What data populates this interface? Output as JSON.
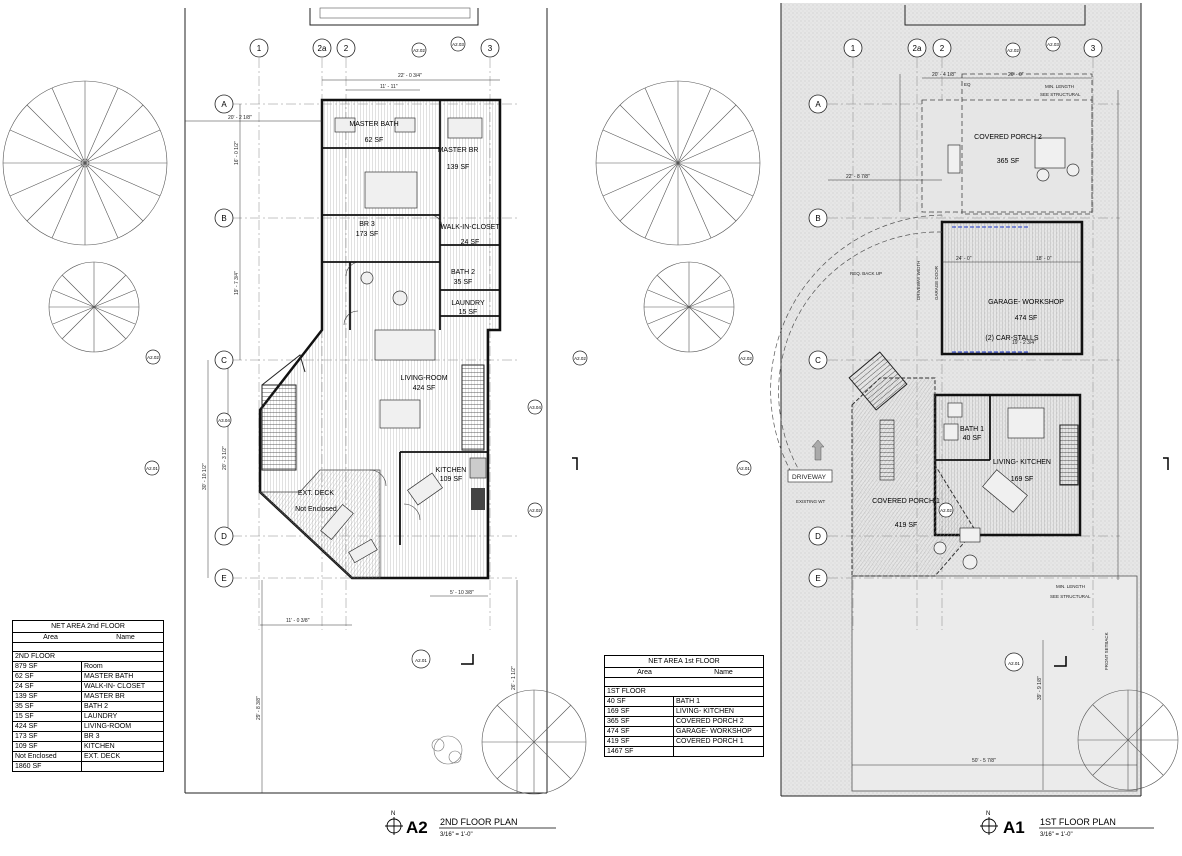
{
  "plans": [
    {
      "id": "2nd",
      "title": "2ND FLOOR PLAN",
      "number": "A2",
      "scale": "3/16\" = 1'-0\"",
      "north": "N",
      "rooms": [
        {
          "name": "MASTER BATH",
          "area": "62 SF"
        },
        {
          "name": "MASTER BR",
          "area": "139 SF"
        },
        {
          "name": "BR 3",
          "area": "173 SF"
        },
        {
          "name": "WALK-IN-CLOSET",
          "area": "24 SF"
        },
        {
          "name": "BATH 2",
          "area": "35 SF"
        },
        {
          "name": "LAUNDRY",
          "area": "15 SF"
        },
        {
          "name": "LIVING-ROOM",
          "area": "424 SF"
        },
        {
          "name": "KITCHEN",
          "area": "109 SF"
        },
        {
          "name": "EXT. DECK",
          "area": "Not Enclosed"
        }
      ],
      "grid": {
        "cols": [
          "1",
          "2a",
          "2",
          "3"
        ],
        "rows": [
          "A",
          "B",
          "C",
          "D",
          "E"
        ]
      },
      "dims": [
        "22' - 0 3/4\"",
        "11' - 11\"",
        "20' - 2 1/8\"",
        "16' - 0 1/2\"",
        "19' - 7 3/4\"",
        "11' - 0 3/8\"",
        "5' - 10 3/8\"",
        "30' - 10 1/2\"",
        "26' - 1 1/2\"",
        "29' - 8 3/8\"",
        "20' - 3 1/2\""
      ],
      "table": {
        "title": "NET AREA 2nd FLOOR",
        "headers": [
          "Area",
          "Name"
        ],
        "group": "2ND FLOOR",
        "rows": [
          [
            "879 SF",
            "Room"
          ],
          [
            "62 SF",
            "MASTER BATH"
          ],
          [
            "24 SF",
            "WALK-IN- CLOSET"
          ],
          [
            "139 SF",
            "MASTER BR"
          ],
          [
            "35 SF",
            "BATH 2"
          ],
          [
            "15 SF",
            "LAUNDRY"
          ],
          [
            "424 SF",
            "LIVING-ROOM"
          ],
          [
            "173 SF",
            "BR 3"
          ],
          [
            "109 SF",
            "KITCHEN"
          ],
          [
            "Not Enclosed",
            "EXT. DECK"
          ],
          [
            "1860 SF",
            ""
          ]
        ]
      }
    },
    {
      "id": "1st",
      "title": "1ST FLOOR PLAN",
      "number": "A1",
      "scale": "3/16\" = 1'-0\"",
      "north": "N",
      "rooms": [
        {
          "name": "COVERED PORCH 2",
          "area": "365 SF"
        },
        {
          "name": "GARAGE- WORKSHOP",
          "area": "474 SF"
        },
        {
          "name": "(2) CAR-STALLS",
          "area": ""
        },
        {
          "name": "BATH 1",
          "area": "40 SF"
        },
        {
          "name": "LIVING- KITCHEN",
          "area": "169 SF"
        },
        {
          "name": "COVERED PORCH 1",
          "area": "419 SF"
        }
      ],
      "grid": {
        "cols": [
          "1",
          "2a",
          "2",
          "3"
        ],
        "rows": [
          "A",
          "B",
          "C",
          "D",
          "E"
        ]
      },
      "dims": [
        "20' - 0\"",
        "24' - 0\"",
        "18' - 0\"",
        "22' - 8 7/8\"",
        "19' - 2 3/4\"",
        "50' - 5 7/8\"",
        "39' - 9 1/8\"",
        "20' - 4 1/8\""
      ],
      "notes": [
        "DRIVEWAY",
        "EXISTING WT",
        "MIN. LENGTH",
        "SEE STRUCTURAL",
        "REQ. BACK UP",
        "DRIVEWAY WIDTH",
        "GARAGE DOOR",
        "FRONT SETBACK",
        "EQ"
      ],
      "table": {
        "title": "NET AREA 1st FLOOR",
        "headers": [
          "Area",
          "Name"
        ],
        "group": "1ST FLOOR",
        "rows": [
          [
            "40 SF",
            "BATH 1"
          ],
          [
            "169 SF",
            "LIVING- KITCHEN"
          ],
          [
            "365 SF",
            "COVERED PORCH 2"
          ],
          [
            "474 SF",
            "GARAGE- WORKSHOP"
          ],
          [
            "419 SF",
            "COVERED PORCH 1"
          ],
          [
            "1467 SF",
            ""
          ]
        ]
      }
    }
  ],
  "section_markers": [
    "A1",
    "A2",
    "A2.01",
    "A2.02",
    "A2.03",
    "A3.04"
  ],
  "colors": {
    "line": "#222222",
    "hatch": "#bfbfbf",
    "site": "#e3e3e3",
    "blue_dash": "#1a35c8"
  }
}
